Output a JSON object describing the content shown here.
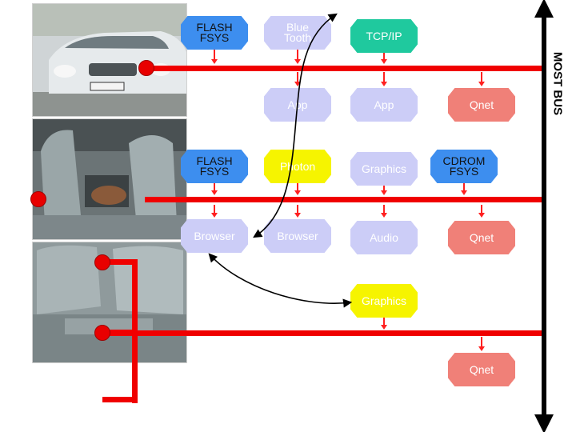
{
  "bus": {
    "label": "MOST BUS"
  },
  "row1": {
    "flash": "FLASH\nFSYS",
    "bluetooth": "Blue\nTooth",
    "tcpip": "TCP/IP"
  },
  "row2": {
    "app1": "App",
    "app2": "App",
    "qnet": "Qnet"
  },
  "row3": {
    "flash": "FLASH\nFSYS",
    "photon": "Photon",
    "graphics": "Graphics",
    "cdrom": "CDROM\nFSYS"
  },
  "row4": {
    "browser1": "Browser",
    "browser2": "Browser",
    "audio": "Audio",
    "qnet": "Qnet"
  },
  "row5": {
    "graphics": "Graphics"
  },
  "row6": {
    "qnet": "Qnet"
  },
  "colors": {
    "bus_red": "#f00000",
    "node_blue": "#3d8eef",
    "node_lavender": "#cccdf7",
    "node_teal": "#1fc99e",
    "node_salmon": "#f08078",
    "node_yellow": "#f6f400"
  }
}
